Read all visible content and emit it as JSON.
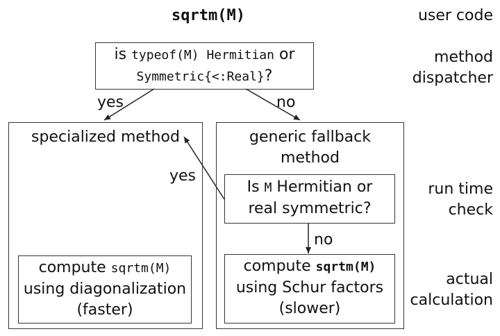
{
  "top": {
    "code": "sqrtm(M)"
  },
  "layers": {
    "user_code": "user code",
    "method_dispatcher": [
      "method",
      "dispatcher"
    ],
    "run_time_check": [
      "run time",
      "check"
    ],
    "actual_calculation": [
      "actual",
      "calculation"
    ]
  },
  "dispatch_box": {
    "line1_prefix": "is ",
    "line1_code": "typeof(M) Hermitian",
    "line1_suffix": " or",
    "line2_code": "Symmetric{<:Real}",
    "line2_suffix": "?"
  },
  "edges": {
    "yes_left": "yes",
    "no_right": "no",
    "yes_runtime": "yes",
    "no_runtime": "no"
  },
  "left_box": {
    "title": "specialized method",
    "compute": {
      "line1_prefix": "compute ",
      "line1_code": "sqrtm(M)",
      "line2": "using diagonalization",
      "line3": "(faster)"
    }
  },
  "right_box": {
    "title_line1": "generic fallback",
    "title_line2": "method",
    "check": {
      "line1_prefix": "Is ",
      "line1_code": "M",
      "line1_suffix": " Hermitian or",
      "line2": "real symmetric?"
    },
    "compute": {
      "line1_prefix": "compute ",
      "line1_code": "sqrtm(M)",
      "line2": "using Schur factors",
      "line3": "(slower)"
    }
  }
}
